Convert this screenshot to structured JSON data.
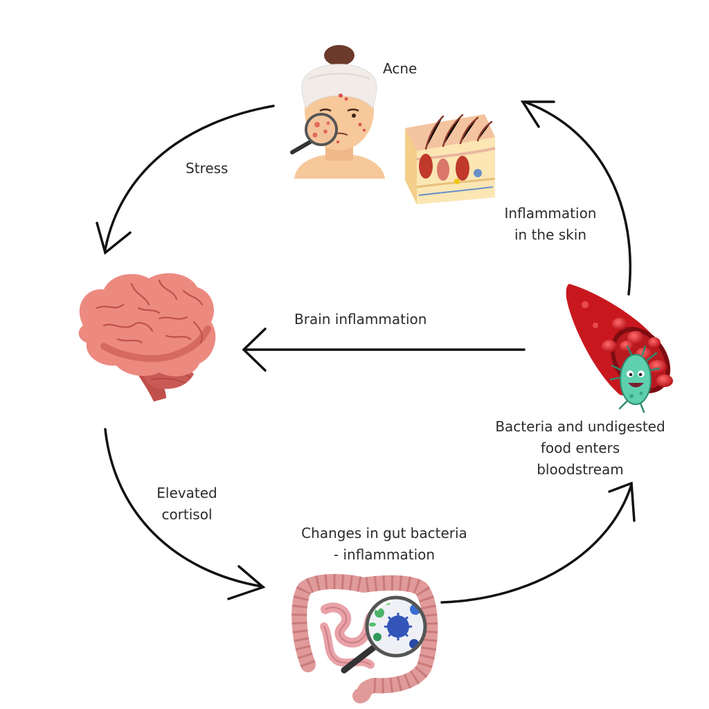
{
  "labels": {
    "acne": "Acne",
    "stress": "Stress",
    "skin_inflammation": [
      "Inflammation",
      "in the skin"
    ],
    "brain_inflammation": "Brain inflammation",
    "bloodstream": [
      "Bacteria and undigested",
      "food enters",
      "bloodstream"
    ],
    "cortisol": [
      "Elevated",
      "cortisol"
    ],
    "gut_changes": [
      "Changes in gut bacteria",
      "- inflammation"
    ]
  },
  "colors": {
    "arrow": "#111111",
    "text": "#2b2b2b",
    "brain": "#e8837a",
    "blood_vessel": "#d91f26",
    "intestine": "#d98c8c",
    "bacteria": "#4ec9a8",
    "skin": "#f6c89a"
  },
  "icons": [
    "woman-with-acne-icon",
    "skin-cross-section-icon",
    "brain-icon",
    "blood-vessel-icon",
    "bacteria-icon",
    "intestines-icon",
    "magnifier-icon"
  ]
}
